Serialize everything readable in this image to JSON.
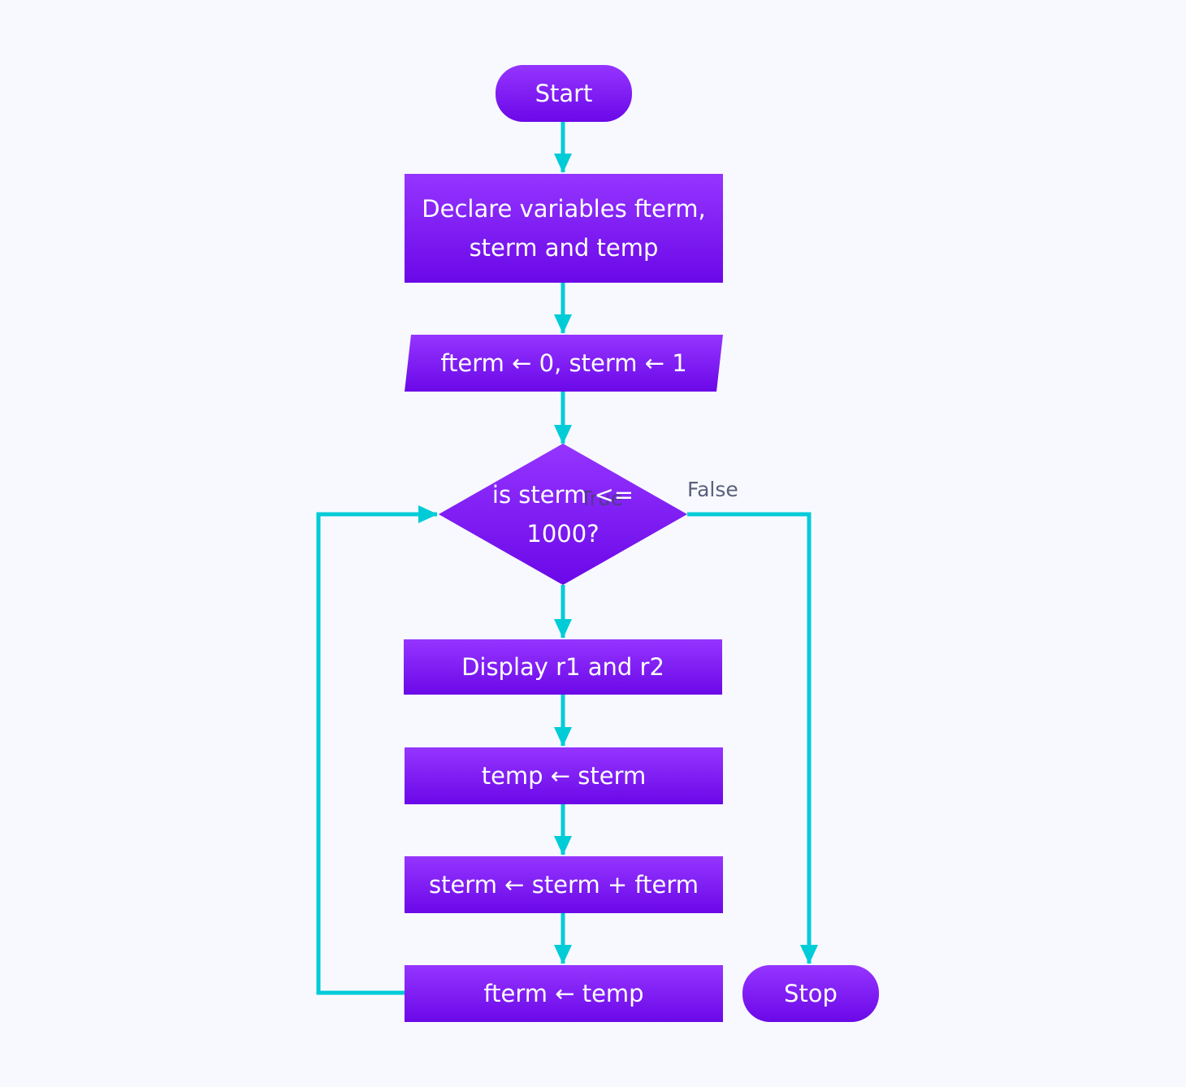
{
  "nodes": {
    "start": "Start",
    "declare": "Declare variables fterm, sterm and temp",
    "init": "fterm ← 0, sterm ← 1",
    "condition": "is sterm <= 1000?",
    "display": "Display r1 and r2",
    "temp_assign": "temp ← sterm",
    "sterm_assign": "sterm ← sterm + fterm",
    "fterm_assign": "fterm ← temp",
    "stop": "Stop"
  },
  "edge_labels": {
    "true_label": "True",
    "false_label": "False"
  },
  "colors": {
    "background": "#F8F9FE",
    "node_top": "#9535FF",
    "node_bottom": "#6B08E8",
    "connector": "#00CCD8",
    "label_text": "#5A607A"
  }
}
